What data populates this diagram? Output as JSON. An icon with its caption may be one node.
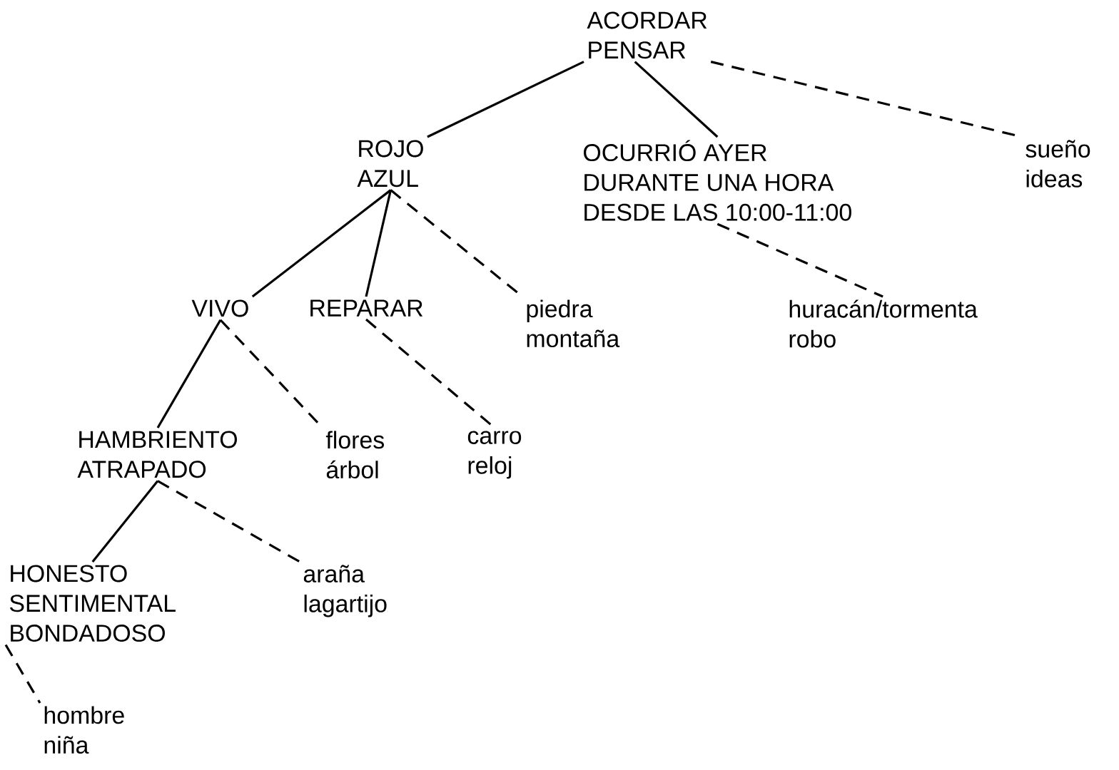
{
  "diagram": {
    "nodes": [
      {
        "text": [
          "ACORDAR",
          "PENSAR"
        ]
      },
      {
        "text": [
          "ROJO",
          "AZUL"
        ]
      },
      {
        "text": [
          "OCURRIÓ AYER",
          "DURANTE UNA HORA",
          "DESDE LAS 10:00-11:00"
        ]
      },
      {
        "text": [
          "sueño",
          "ideas"
        ]
      },
      {
        "text": [
          "VIVO"
        ]
      },
      {
        "text": [
          "REPARAR"
        ]
      },
      {
        "text": [
          "piedra",
          "montaña"
        ]
      },
      {
        "text": [
          "huracán/tormenta",
          "robo"
        ]
      },
      {
        "text": [
          "HAMBRIENTO",
          "ATRAPADO"
        ]
      },
      {
        "text": [
          "flores",
          "árbol"
        ]
      },
      {
        "text": [
          "carro",
          "reloj"
        ]
      },
      {
        "text": [
          "HONESTO",
          "SENTIMENTAL",
          "BONDADOSO"
        ]
      },
      {
        "text": [
          "araña",
          "lagartijo"
        ]
      },
      {
        "text": [
          "hombre",
          "niña"
        ]
      }
    ],
    "edges": [
      {
        "from": 0,
        "to": 1,
        "arrow": "none"
      },
      {
        "from": 0,
        "to": 2,
        "arrow": "none"
      },
      {
        "from": 0,
        "to": 3,
        "arrow": "none",
        "style": "dashed"
      },
      {
        "from": 1,
        "to": 4,
        "arrow": "none"
      },
      {
        "from": 1,
        "to": 5,
        "arrow": "none"
      },
      {
        "from": 1,
        "to": 6,
        "arrow": "none",
        "style": "dashed"
      },
      {
        "from": 2,
        "to": 7,
        "arrow": "none",
        "style": "dashed"
      },
      {
        "from": 4,
        "to": 8,
        "arrow": "none"
      },
      {
        "from": 4,
        "to": 9,
        "arrow": "none",
        "style": "dashed"
      },
      {
        "from": 5,
        "to": 10,
        "arrow": "none",
        "style": "dashed"
      },
      {
        "from": 8,
        "to": 11,
        "arrow": "none"
      },
      {
        "from": 8,
        "to": 12,
        "arrow": "none",
        "style": "dashed"
      },
      {
        "from": 11,
        "to": 13,
        "arrow": "none",
        "style": "dashed"
      }
    ]
  }
}
